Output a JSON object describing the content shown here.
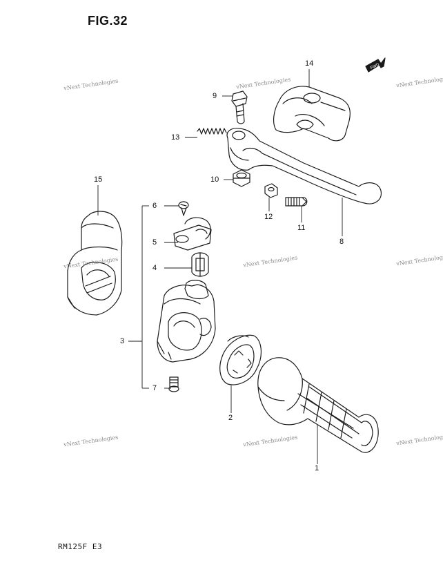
{
  "figure": {
    "title": "FIG.32",
    "model": "RM125F E3",
    "forward_badge": "FWD"
  },
  "watermark": "vNext Technologies",
  "callouts": [
    {
      "id": "1",
      "label": "1"
    },
    {
      "id": "2",
      "label": "2"
    },
    {
      "id": "3",
      "label": "3"
    },
    {
      "id": "4",
      "label": "4"
    },
    {
      "id": "5",
      "label": "5"
    },
    {
      "id": "6",
      "label": "6"
    },
    {
      "id": "7",
      "label": "7"
    },
    {
      "id": "8",
      "label": "8"
    },
    {
      "id": "9",
      "label": "9"
    },
    {
      "id": "10",
      "label": "10"
    },
    {
      "id": "11",
      "label": "11"
    },
    {
      "id": "12",
      "label": "12"
    },
    {
      "id": "13",
      "label": "13"
    },
    {
      "id": "14",
      "label": "14"
    },
    {
      "id": "15",
      "label": "15"
    }
  ]
}
